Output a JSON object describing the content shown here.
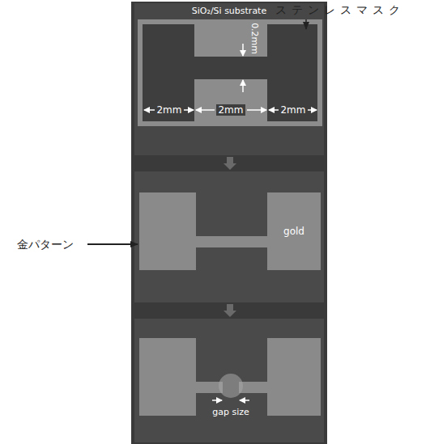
{
  "diagram": {
    "nodes": [
      {
        "text": [
          "SiO₂/Si substrate"
        ]
      },
      {
        "text": [
          "gold"
        ]
      }
    ],
    "labels": [
      "ステンレスマスク",
      "0.2mm",
      "2mm",
      "2mm",
      "2mm",
      "金パターン",
      "gap size"
    ]
  }
}
